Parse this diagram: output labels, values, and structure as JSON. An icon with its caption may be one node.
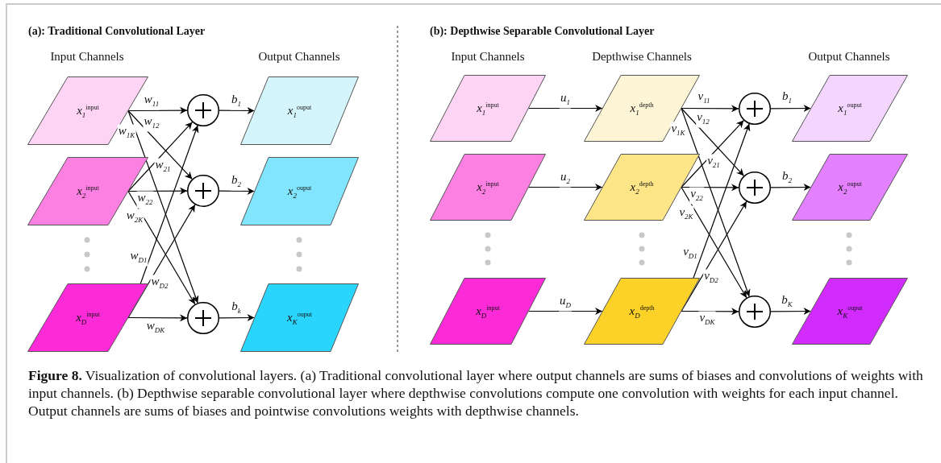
{
  "diagram": {
    "caption": "**Figure 8.** Visualization of convolutional layers. (a) Traditional convolutional layer where output channels are sums of biases and convolutions of weights with input channels. (b) Depthwise separable convolutional layer where depthwise convolutions compute one convolution with weights for each input channel. Output channels are sums of biases and pointwise convolutions weights with depthwise channels.",
    "nodes": [
      {
        "text": [
          "x$_{1}$$^{input}$"
        ]
      },
      {
        "text": [
          "x$_{2}$$^{input}$"
        ]
      },
      {
        "text": [
          "x$_{D}$$^{input}$"
        ]
      },
      {
        "text": [],
        "shape": "circle"
      },
      {
        "text": [],
        "shape": "circle"
      },
      {
        "text": [],
        "shape": "circle"
      },
      {
        "text": [
          "x$_{1}$$^{ouput}$"
        ]
      },
      {
        "text": [
          "x$_{2}$$^{ouput}$"
        ]
      },
      {
        "text": [
          "x$_{K}$$^{ouput}$"
        ]
      },
      {
        "text": [
          "x$_{1}$$^{input}$"
        ]
      },
      {
        "text": [
          "x$_{2}$$^{input}$"
        ]
      },
      {
        "text": [
          "x$_{D}$$^{input}$"
        ]
      },
      {
        "text": [
          "x$_{1}$$^{depth}$"
        ]
      },
      {
        "text": [
          "x$_{2}$$^{depth}$"
        ]
      },
      {
        "text": [
          "x$_{D}$$^{depth}$"
        ]
      },
      {
        "text": [],
        "shape": "circle"
      },
      {
        "text": [],
        "shape": "circle"
      },
      {
        "text": [],
        "shape": "circle"
      },
      {
        "text": [
          "x$_{1}$$^{ouput}$"
        ]
      },
      {
        "text": [
          "x$_{2}$$^{ouput}$"
        ]
      },
      {
        "text": [
          "x$_{K}$$^{ouput}$"
        ]
      }
    ],
    "edges": [
      {
        "from": 0,
        "to": 3,
        "arrow": "to",
        "label": "w$_{11}$"
      },
      {
        "from": 0,
        "to": 4,
        "arrow": "to",
        "label": "w$_{12}$"
      },
      {
        "from": 0,
        "to": 5,
        "arrow": "to",
        "label": "w$_{1K}$"
      },
      {
        "from": 1,
        "to": 3,
        "arrow": "to",
        "label": "w$_{21}$"
      },
      {
        "from": 1,
        "to": 4,
        "arrow": "to",
        "label": "w$_{22}$"
      },
      {
        "from": 1,
        "to": 5,
        "arrow": "to",
        "label": "w$_{2K}$"
      },
      {
        "from": 2,
        "to": 3,
        "arrow": "to",
        "label": "w$_{D1}$"
      },
      {
        "from": 2,
        "to": 4,
        "arrow": "to",
        "label": "w$_{D2}$"
      },
      {
        "from": 2,
        "to": 5,
        "arrow": "to",
        "label": "w$_{DK}$"
      },
      {
        "from": 3,
        "to": 6,
        "arrow": "to",
        "label": "b$_{1}$"
      },
      {
        "from": 4,
        "to": 7,
        "arrow": "to",
        "label": "b$_{2}$"
      },
      {
        "from": 5,
        "to": 8,
        "arrow": "to",
        "label": "b$_{k}$"
      },
      {
        "from": 9,
        "to": 12,
        "arrow": "to",
        "label": "u$_{1}$"
      },
      {
        "from": 10,
        "to": 13,
        "arrow": "to",
        "label": "u$_{2}$"
      },
      {
        "from": 11,
        "to": 14,
        "arrow": "to",
        "label": "u$_{D}$"
      },
      {
        "from": 12,
        "to": 15,
        "arrow": "to",
        "label": "v$_{11}$"
      },
      {
        "from": 12,
        "to": 16,
        "arrow": "to",
        "label": "v$_{12}$"
      },
      {
        "from": 12,
        "to": 17,
        "arrow": "to",
        "label": "v$_{1K}$"
      },
      {
        "from": 13,
        "to": 15,
        "arrow": "to",
        "label": "v$_{21}$"
      },
      {
        "from": 13,
        "to": 16,
        "arrow": "to",
        "label": "v$_{22}$"
      },
      {
        "from": 13,
        "to": 17,
        "arrow": "to",
        "label": "v$_{2K}$"
      },
      {
        "from": 14,
        "to": 15,
        "arrow": "to",
        "label": "v$_{D1}$"
      },
      {
        "from": 14,
        "to": 16,
        "arrow": "to",
        "label": "v$_{D2}$"
      },
      {
        "from": 14,
        "to": 17,
        "arrow": "to",
        "label": "v$_{DK}$"
      },
      {
        "from": 15,
        "to": 18,
        "arrow": "to",
        "label": "b$_{1}$"
      },
      {
        "from": 16,
        "to": 19,
        "arrow": "to",
        "label": "b$_{2}$"
      },
      {
        "from": 17,
        "to": 20,
        "arrow": "to",
        "label": "b$_{K}$"
      }
    ],
    "labels": [
      "(a): Traditional Convolutional Layer",
      "(b): Depthwise Separable Convolutional Layer",
      "Input Channels",
      "Output Channels",
      "Input Channels",
      "Depthwise Channels",
      "Output Channels"
    ]
  }
}
